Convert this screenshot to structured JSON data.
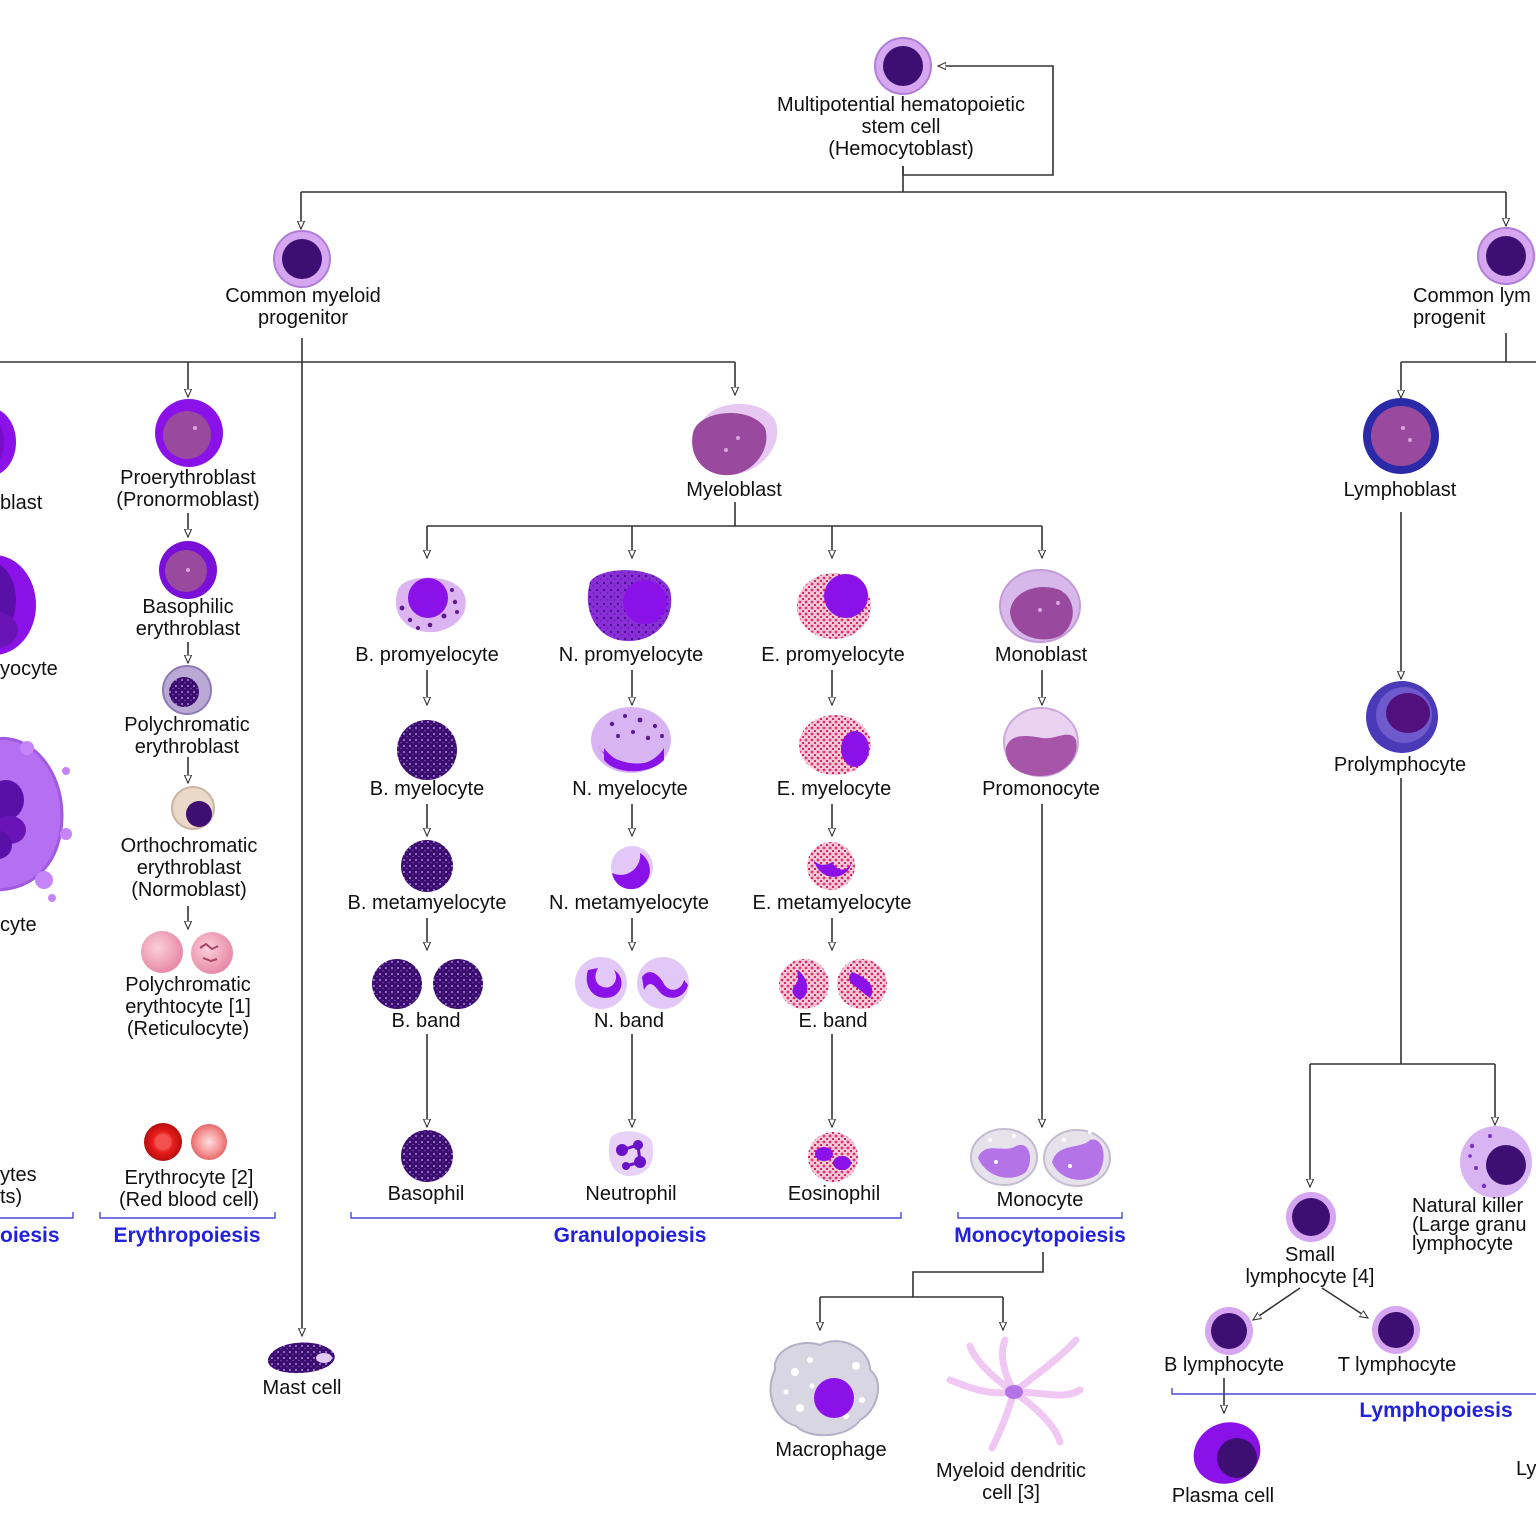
{
  "labels": {
    "hsc": "Multipotential hematopoietic\nstem cell\n(Hemocytoblast)",
    "cmp": "Common myeloid\nprogenitor",
    "clp": "Common lym\nprogenit",
    "megakaryoblast": "blast",
    "megakaryocyte": "yocyte",
    "thrombocyte_parent": "cyte",
    "thrombocytes": "ytes\nts)",
    "proerythroblast": "Proerythroblast\n(Pronormoblast)",
    "basophilic_erythroblast": "Basophilic\nerythroblast",
    "polychromatic_erythroblast": "Polychromatic\nerythroblast",
    "orthochromatic_erythroblast": "Orthochromatic\nerythroblast\n(Normoblast)",
    "reticulocyte": "Polychromatic\nerythtocyte [1]\n(Reticulocyte)",
    "erythrocyte": "Erythrocyte [2]\n(Red blood cell)",
    "mast_cell": "Mast cell",
    "myeloblast": "Myeloblast",
    "b_promyelocyte": "B. promyelocyte",
    "n_promyelocyte": "N. promyelocyte",
    "e_promyelocyte": "E. promyelocyte",
    "monoblast": "Monoblast",
    "b_myelocyte": "B. myelocyte",
    "n_myelocyte": "N. myelocyte",
    "e_myelocyte": "E. myelocyte",
    "promonocyte": "Promonocyte",
    "b_metamyelocyte": "B. metamyelocyte",
    "n_metamyelocyte": "N. metamyelocyte",
    "e_metamyelocyte": "E. metamyelocyte",
    "b_band": "B. band",
    "n_band": "N. band",
    "e_band": "E. band",
    "basophil": "Basophil",
    "neutrophil": "Neutrophil",
    "eosinophil": "Eosinophil",
    "monocyte": "Monocyte",
    "macrophage": "Macrophage",
    "dendritic": "Myeloid dendritic\ncell [3]",
    "lymphoblast": "Lymphoblast",
    "prolymphocyte": "Prolymphocyte",
    "small_lymphocyte": "Small\nlymphocyte [4]",
    "nk_cell": "Natural killer\n(Large granu\nlymphocyte",
    "b_lymphocyte": "B lymphocyte",
    "t_lymphocyte": "T lymphocyte",
    "plasma_cell": "Plasma cell",
    "ly_cut": "Ly"
  },
  "sections": {
    "thrombopoiesis": "oiesis",
    "erythropoiesis": "Erythropoiesis",
    "granulopoiesis": "Granulopoiesis",
    "monocytopoiesis": "Monocytopoiesis",
    "lymphopoiesis": "Lymphopoiesis"
  },
  "colors": {
    "line": "#333333",
    "section_text": "#2222dd",
    "bracket": "#4a4ad8",
    "stem_outer": "#d7a6f0",
    "stem_nucleus": "#3d0f72",
    "blast_purple": "#8d3f8f",
    "bright_violet": "#8a11e8",
    "eosin_pink": "#e23a74",
    "rbc_red": "#e81c1c"
  }
}
